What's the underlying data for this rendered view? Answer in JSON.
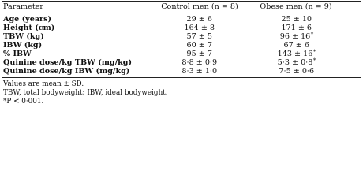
{
  "table": {
    "headers": {
      "parameter": "Parameter",
      "control": "Control men (n = 8)",
      "obese": "Obese men (n = 9)"
    },
    "rows": [
      {
        "label": "Age (years)",
        "control": "29 ± 6",
        "control_mark": "",
        "obese": "25 ± 10",
        "obese_mark": ""
      },
      {
        "label": "Height (cm)",
        "control": "164 ± 8",
        "control_mark": "",
        "obese": "171 ± 6",
        "obese_mark": ""
      },
      {
        "label": "TBW (kg)",
        "control": "57 ± 5",
        "control_mark": "",
        "obese": "96 ± 16",
        "obese_mark": "*"
      },
      {
        "label": "IBW (kg)",
        "control": "60 ± 7",
        "control_mark": "",
        "obese": "67 ± 6",
        "obese_mark": ""
      },
      {
        "label": "% IBW",
        "control": "95 ± 7",
        "control_mark": "",
        "obese": "143 ± 16",
        "obese_mark": "*"
      },
      {
        "label": "Quinine dose/kg TBW (mg/kg)",
        "control": "8·8 ± 0·9",
        "control_mark": "",
        "obese": "5·3 ± 0·8",
        "obese_mark": "*"
      },
      {
        "label": "Quinine dose/kg IBW (mg/kg)",
        "control": "8·3 ± 1·0",
        "control_mark": "",
        "obese": "7·5 ± 0·6",
        "obese_mark": ""
      }
    ]
  },
  "footnotes": {
    "line1": "Values are mean ± SD.",
    "line2": "TBW, total bodyweight; IBW, ideal bodyweight.",
    "line3": "*P < 0·001."
  }
}
